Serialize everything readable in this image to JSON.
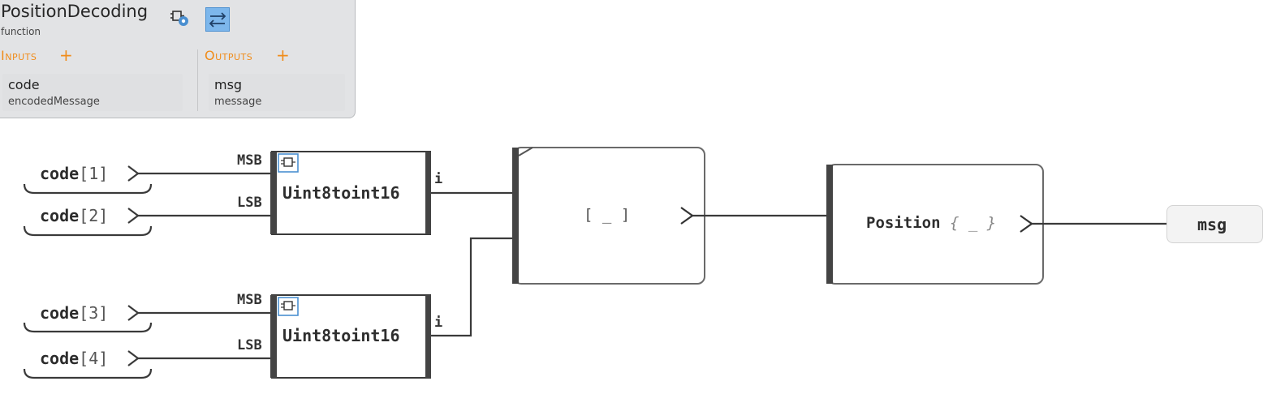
{
  "header": {
    "function_name": "PositionDecoding",
    "function_kind": "function",
    "icons": [
      "gear-settings-icon",
      "swap-arrows-icon"
    ]
  },
  "inputs": {
    "title": "Inputs",
    "add": "+",
    "ports": [
      {
        "name": "code",
        "type": "encodedMessage"
      }
    ]
  },
  "outputs": {
    "title": "Outputs",
    "add": "+",
    "ports": [
      {
        "name": "msg",
        "type": "message"
      }
    ]
  },
  "diagram": {
    "sources": [
      {
        "name": "code",
        "index": "[1]"
      },
      {
        "name": "code",
        "index": "[2]"
      },
      {
        "name": "code",
        "index": "[3]"
      },
      {
        "name": "code",
        "index": "[4]"
      }
    ],
    "converters": [
      {
        "title": "Uint8toint16",
        "in1": "MSB",
        "in2": "LSB",
        "out": "i"
      },
      {
        "title": "Uint8toint16",
        "in1": "MSB",
        "in2": "LSB",
        "out": "i"
      }
    ],
    "array_block": {
      "label": "[ _ ]"
    },
    "position_block": {
      "label": "Position",
      "placeholder": "{ _ }"
    },
    "output": {
      "label": "msg"
    }
  },
  "colors": {
    "panel_bg": "#e2e3e5",
    "accent_orange": "#f08c1a",
    "wire": "#3a3a3a",
    "icon_blue": "#4a8fd0"
  }
}
